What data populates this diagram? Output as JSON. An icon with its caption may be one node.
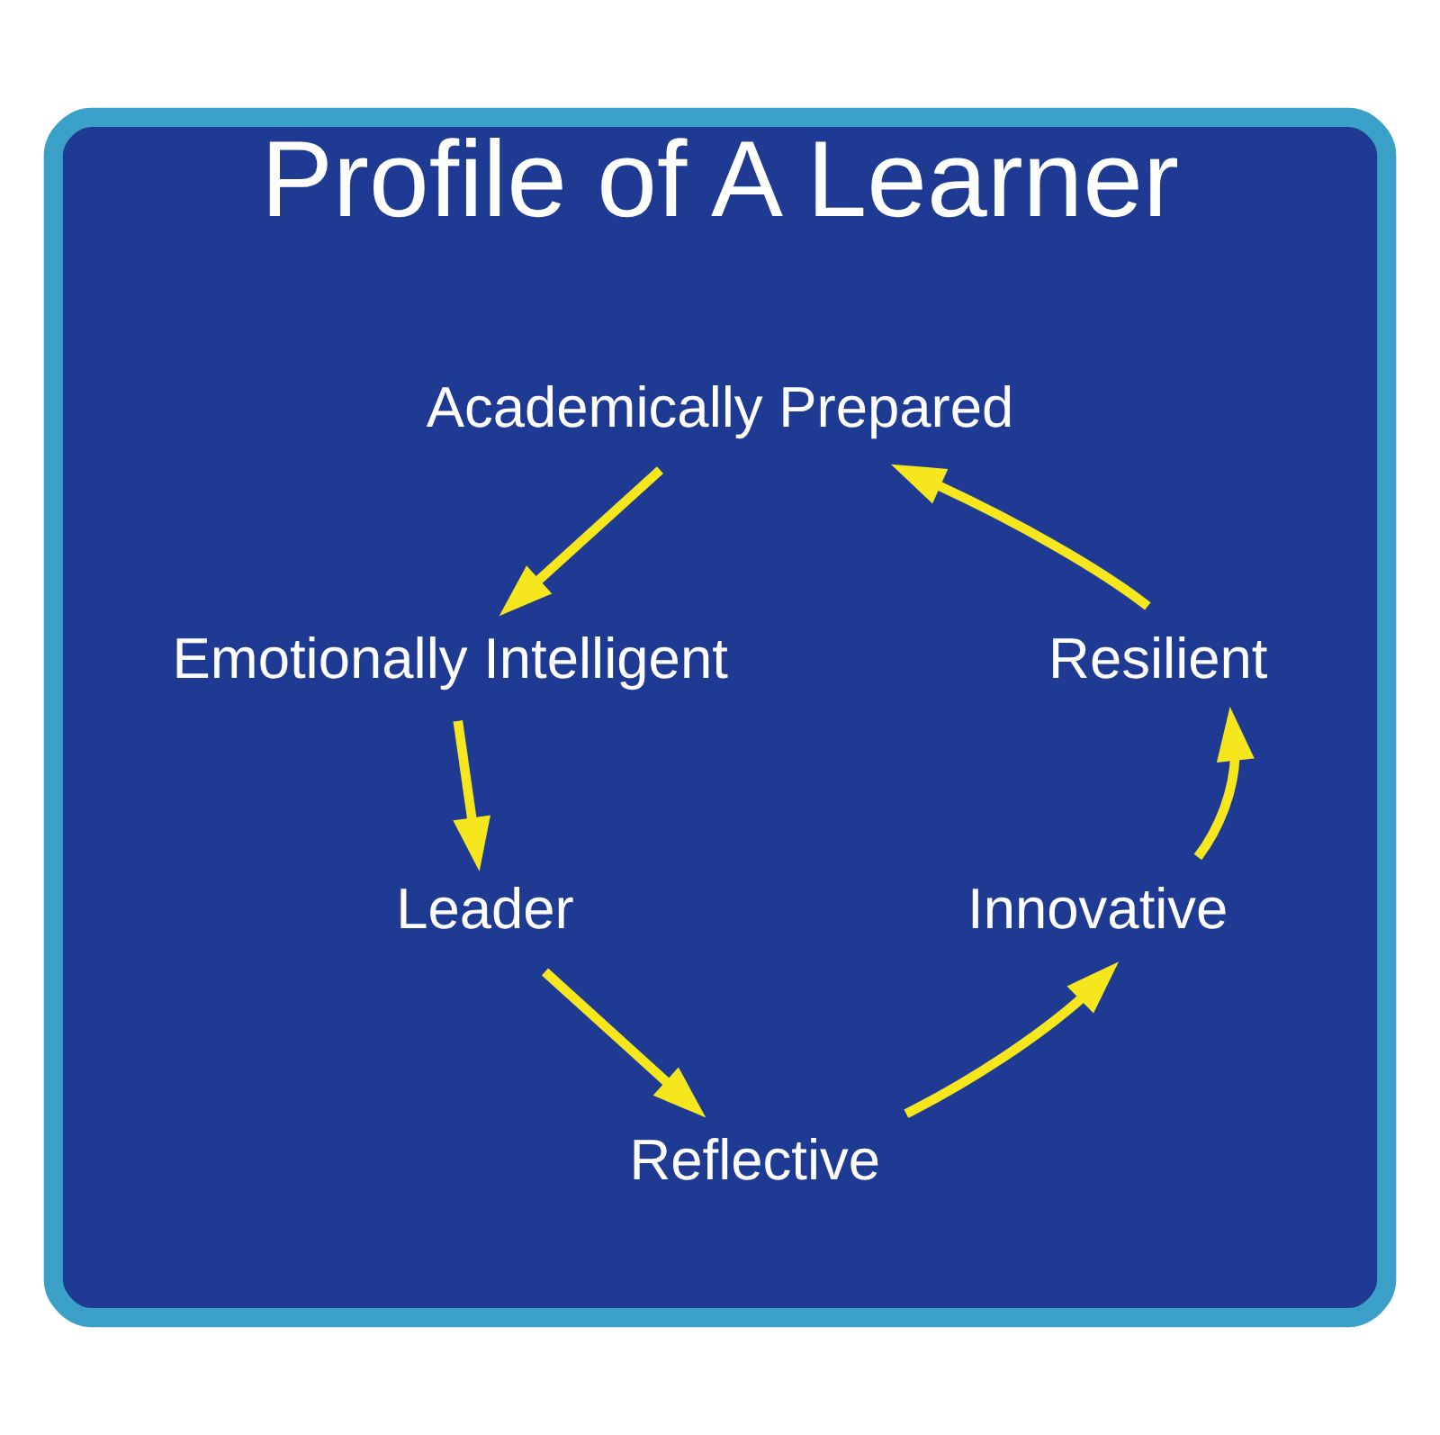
{
  "diagram": {
    "nodes": [
      {
        "text": [
          "Profile of A Learner"
        ]
      },
      {
        "text": [
          "Academically Prepared"
        ],
        "in": 0
      },
      {
        "text": [
          "Emotionally Intelligent"
        ],
        "in": 0
      },
      {
        "text": [
          "Leader"
        ],
        "in": 0
      },
      {
        "text": [
          "Reflective"
        ],
        "in": 0
      },
      {
        "text": [
          "Innovative"
        ],
        "in": 0
      },
      {
        "text": [
          "Resilient"
        ],
        "in": 0
      }
    ],
    "edges": [
      {
        "from": 1,
        "to": 2,
        "arrow": "to"
      },
      {
        "from": 2,
        "to": 3,
        "arrow": "to"
      },
      {
        "from": 3,
        "to": 4,
        "arrow": "to"
      },
      {
        "from": 4,
        "to": 5,
        "arrow": "to"
      },
      {
        "from": 5,
        "to": 6,
        "arrow": "to"
      },
      {
        "from": 6,
        "to": 1,
        "arrow": "to"
      }
    ]
  }
}
